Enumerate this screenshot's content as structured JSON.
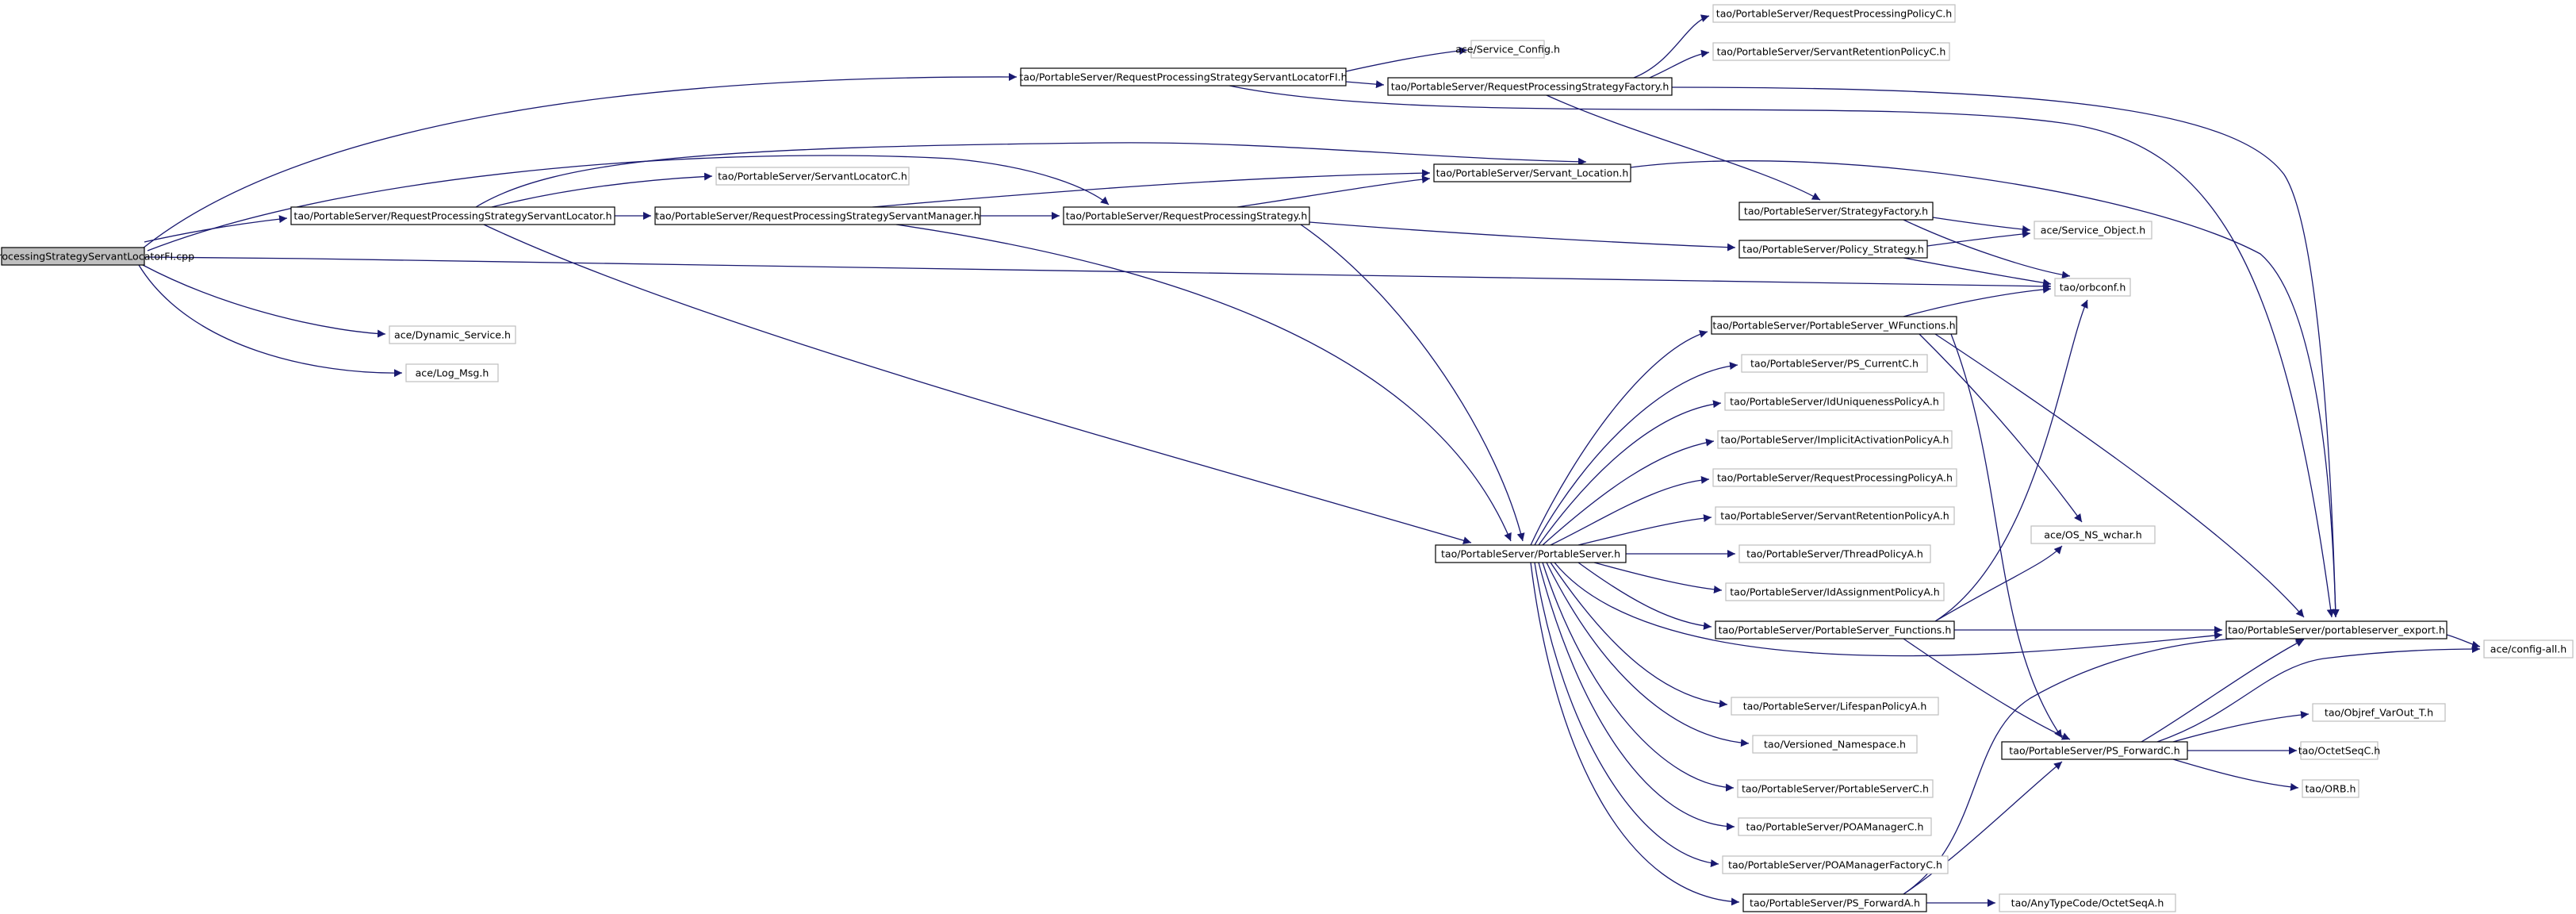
{
  "diagram": {
    "nodes": [
      {
        "id": "root",
        "label": "RequestProcessingStrategyServantLocatorFI.cpp",
        "style": "root"
      },
      {
        "id": "n_servicecfg",
        "label": "ace/Service_Config.h",
        "style": "leaf"
      },
      {
        "id": "n_rpsslfi",
        "label": "tao/PortableServer/RequestProcessingStrategyServantLocatorFI.h",
        "style": "inner"
      },
      {
        "id": "n_rpsfactory",
        "label": "tao/PortableServer/RequestProcessingStrategyFactory.h",
        "style": "inner"
      },
      {
        "id": "n_rppolc",
        "label": "tao/PortableServer/RequestProcessingPolicyC.h",
        "style": "leaf"
      },
      {
        "id": "n_srpolc",
        "label": "tao/PortableServer/ServantRetentionPolicyC.h",
        "style": "leaf"
      },
      {
        "id": "n_servantlocc",
        "label": "tao/PortableServer/ServantLocatorC.h",
        "style": "leaf"
      },
      {
        "id": "n_servantloc",
        "label": "tao/PortableServer/Servant_Location.h",
        "style": "inner"
      },
      {
        "id": "n_rpssl",
        "label": "tao/PortableServer/RequestProcessingStrategyServantLocator.h",
        "style": "inner"
      },
      {
        "id": "n_rpssm",
        "label": "tao/PortableServer/RequestProcessingStrategyServantManager.h",
        "style": "inner"
      },
      {
        "id": "n_rps",
        "label": "tao/PortableServer/RequestProcessingStrategy.h",
        "style": "inner"
      },
      {
        "id": "n_stratfactory",
        "label": "tao/PortableServer/StrategyFactory.h",
        "style": "inner"
      },
      {
        "id": "n_serviceobj",
        "label": "ace/Service_Object.h",
        "style": "leaf"
      },
      {
        "id": "n_polstrategy",
        "label": "tao/PortableServer/Policy_Strategy.h",
        "style": "inner"
      },
      {
        "id": "n_orbconf",
        "label": "tao/orbconf.h",
        "style": "leaf"
      },
      {
        "id": "n_dynservice",
        "label": "ace/Dynamic_Service.h",
        "style": "leaf"
      },
      {
        "id": "n_logmsg",
        "label": "ace/Log_Msg.h",
        "style": "leaf"
      },
      {
        "id": "n_wfunctions",
        "label": "tao/PortableServer/PortableServer_WFunctions.h",
        "style": "inner"
      },
      {
        "id": "n_pscurrentc",
        "label": "tao/PortableServer/PS_CurrentC.h",
        "style": "leaf"
      },
      {
        "id": "n_iduniq",
        "label": "tao/PortableServer/IdUniquenessPolicyA.h",
        "style": "leaf"
      },
      {
        "id": "n_implact",
        "label": "tao/PortableServer/ImplicitActivationPolicyA.h",
        "style": "leaf"
      },
      {
        "id": "n_rppola",
        "label": "tao/PortableServer/RequestProcessingPolicyA.h",
        "style": "leaf"
      },
      {
        "id": "n_srpola",
        "label": "tao/PortableServer/ServantRetentionPolicyA.h",
        "style": "leaf"
      },
      {
        "id": "n_osnswchar",
        "label": "ace/OS_NS_wchar.h",
        "style": "leaf"
      },
      {
        "id": "n_portableserver",
        "label": "tao/PortableServer/PortableServer.h",
        "style": "inner"
      },
      {
        "id": "n_threadpol",
        "label": "tao/PortableServer/ThreadPolicyA.h",
        "style": "leaf"
      },
      {
        "id": "n_idassign",
        "label": "tao/PortableServer/IdAssignmentPolicyA.h",
        "style": "leaf"
      },
      {
        "id": "n_psfunctions",
        "label": "tao/PortableServer/PortableServer_Functions.h",
        "style": "inner"
      },
      {
        "id": "n_psexport",
        "label": "tao/PortableServer/portableserver_export.h",
        "style": "inner"
      },
      {
        "id": "n_configall",
        "label": "ace/config-all.h",
        "style": "leaf"
      },
      {
        "id": "n_lifespan",
        "label": "tao/PortableServer/LifespanPolicyA.h",
        "style": "leaf"
      },
      {
        "id": "n_objrefvarout",
        "label": "tao/Objref_VarOut_T.h",
        "style": "leaf"
      },
      {
        "id": "n_versioned",
        "label": "tao/Versioned_Namespace.h",
        "style": "leaf"
      },
      {
        "id": "n_psforwardc",
        "label": "tao/PortableServer/PS_ForwardC.h",
        "style": "inner"
      },
      {
        "id": "n_octetseqc",
        "label": "tao/OctetSeqC.h",
        "style": "leaf"
      },
      {
        "id": "n_portableserverc",
        "label": "tao/PortableServer/PortableServerC.h",
        "style": "leaf"
      },
      {
        "id": "n_orb",
        "label": "tao/ORB.h",
        "style": "leaf"
      },
      {
        "id": "n_poamgrc",
        "label": "tao/PortableServer/POAManagerC.h",
        "style": "leaf"
      },
      {
        "id": "n_poamgrfactc",
        "label": "tao/PortableServer/POAManagerFactoryC.h",
        "style": "leaf"
      },
      {
        "id": "n_psforwarda",
        "label": "tao/PortableServer/PS_ForwardA.h",
        "style": "inner"
      },
      {
        "id": "n_anytypeoctet",
        "label": "tao/AnyTypeCode/OctetSeqA.h",
        "style": "leaf"
      }
    ],
    "edges": [
      [
        "root",
        "n_rpsslfi"
      ],
      [
        "root",
        "n_rps"
      ],
      [
        "root",
        "n_rpssl"
      ],
      [
        "root",
        "n_orbconf"
      ],
      [
        "root",
        "n_dynservice"
      ],
      [
        "root",
        "n_logmsg"
      ],
      [
        "n_rpsslfi",
        "n_servicecfg"
      ],
      [
        "n_rpsslfi",
        "n_rpsfactory"
      ],
      [
        "n_rpsslfi",
        "n_psexport"
      ],
      [
        "n_rpsfactory",
        "n_rppolc"
      ],
      [
        "n_rpsfactory",
        "n_srpolc"
      ],
      [
        "n_rpsfactory",
        "n_stratfactory"
      ],
      [
        "n_rpsfactory",
        "n_psexport"
      ],
      [
        "n_rpssl",
        "n_servantlocc"
      ],
      [
        "n_rpssl",
        "n_rpssm"
      ],
      [
        "n_rpssl",
        "n_servantloc"
      ],
      [
        "n_rpssl",
        "n_portableserver"
      ],
      [
        "n_rpssm",
        "n_rps"
      ],
      [
        "n_rpssm",
        "n_servantloc"
      ],
      [
        "n_rpssm",
        "n_portableserver"
      ],
      [
        "n_rps",
        "n_servantloc"
      ],
      [
        "n_rps",
        "n_polstrategy"
      ],
      [
        "n_rps",
        "n_portableserver"
      ],
      [
        "n_servantloc",
        "n_psexport"
      ],
      [
        "n_stratfactory",
        "n_serviceobj"
      ],
      [
        "n_stratfactory",
        "n_orbconf"
      ],
      [
        "n_polstrategy",
        "n_serviceobj"
      ],
      [
        "n_polstrategy",
        "n_orbconf"
      ],
      [
        "n_portableserver",
        "n_wfunctions"
      ],
      [
        "n_portableserver",
        "n_pscurrentc"
      ],
      [
        "n_portableserver",
        "n_iduniq"
      ],
      [
        "n_portableserver",
        "n_implact"
      ],
      [
        "n_portableserver",
        "n_rppola"
      ],
      [
        "n_portableserver",
        "n_srpola"
      ],
      [
        "n_portableserver",
        "n_threadpol"
      ],
      [
        "n_portableserver",
        "n_idassign"
      ],
      [
        "n_portableserver",
        "n_psfunctions"
      ],
      [
        "n_portableserver",
        "n_psexport"
      ],
      [
        "n_portableserver",
        "n_lifespan"
      ],
      [
        "n_portableserver",
        "n_versioned"
      ],
      [
        "n_portableserver",
        "n_portableserverc"
      ],
      [
        "n_portableserver",
        "n_poamgrc"
      ],
      [
        "n_portableserver",
        "n_poamgrfactc"
      ],
      [
        "n_portableserver",
        "n_psforwarda"
      ],
      [
        "n_wfunctions",
        "n_orbconf"
      ],
      [
        "n_wfunctions",
        "n_osnswchar"
      ],
      [
        "n_wfunctions",
        "n_psexport"
      ],
      [
        "n_wfunctions",
        "n_psforwardc"
      ],
      [
        "n_psfunctions",
        "n_orbconf"
      ],
      [
        "n_psfunctions",
        "n_osnswchar"
      ],
      [
        "n_psfunctions",
        "n_psexport"
      ],
      [
        "n_psfunctions",
        "n_psforwardc"
      ],
      [
        "n_psexport",
        "n_configall"
      ],
      [
        "n_psforwardc",
        "n_psexport"
      ],
      [
        "n_psforwardc",
        "n_configall"
      ],
      [
        "n_psforwardc",
        "n_objrefvarout"
      ],
      [
        "n_psforwardc",
        "n_octetseqc"
      ],
      [
        "n_psforwardc",
        "n_orb"
      ],
      [
        "n_psforwarda",
        "n_psforwardc"
      ],
      [
        "n_psforwarda",
        "n_psexport"
      ],
      [
        "n_psforwarda",
        "n_anytypeoctet"
      ]
    ],
    "colors": {
      "edge": "#191970",
      "root_fill": "#bfbfbf",
      "inner_border": "#000000",
      "leaf_border": "#bfbfbf",
      "text": "#000000"
    }
  }
}
